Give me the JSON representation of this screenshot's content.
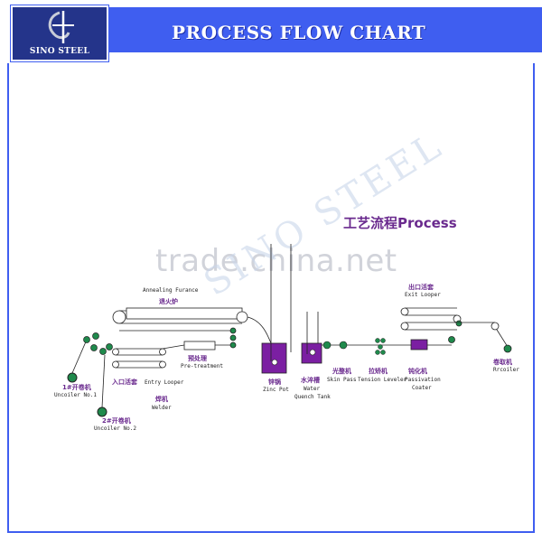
{
  "header": {
    "title": "PROCESS FLOW CHART",
    "logo_text": "SINO STEEL"
  },
  "diagram": {
    "heading": "工艺流程Process",
    "watermark": "trade.china.net",
    "stages": [
      {
        "key": "uncoiler1",
        "cn": "1#开卷机",
        "en": "Uncoiler No.1"
      },
      {
        "key": "uncoiler2",
        "cn": "2#开卷机",
        "en": "Uncoiler No.2"
      },
      {
        "key": "entry_looper",
        "cn": "入口活套",
        "en": "Entry Looper"
      },
      {
        "key": "welder",
        "cn": "焊机",
        "en": "Welder"
      },
      {
        "key": "pretreatment",
        "cn": "预处理",
        "en": "Pre-treatment"
      },
      {
        "key": "annealing",
        "cn": "退火炉",
        "en": "Annealing Furance"
      },
      {
        "key": "zinc_pot",
        "cn": "锌锅",
        "en": "Zinc Pot"
      },
      {
        "key": "quench",
        "cn": "水淬槽",
        "en_line1": "Water",
        "en_line2": "Quench Tank"
      },
      {
        "key": "skin_pass",
        "cn": "光整机",
        "en": "Skin Pass"
      },
      {
        "key": "tension",
        "cn": "拉矫机",
        "en": "Tension Leveler"
      },
      {
        "key": "passivation",
        "cn": "钝化机",
        "en_line1": "Passivation",
        "en_line2": "Coater"
      },
      {
        "key": "exit_looper",
        "cn": "出口活套",
        "en": "Exit Looper"
      },
      {
        "key": "recoiler",
        "cn": "卷取机",
        "en": "Rrcoiler"
      }
    ],
    "colors": {
      "equipment": "#7b1fa2",
      "roll": "#1f8a4c",
      "line": "#222222",
      "label_cn": "#6a2a8e",
      "banner": "#3f5ef0"
    }
  }
}
